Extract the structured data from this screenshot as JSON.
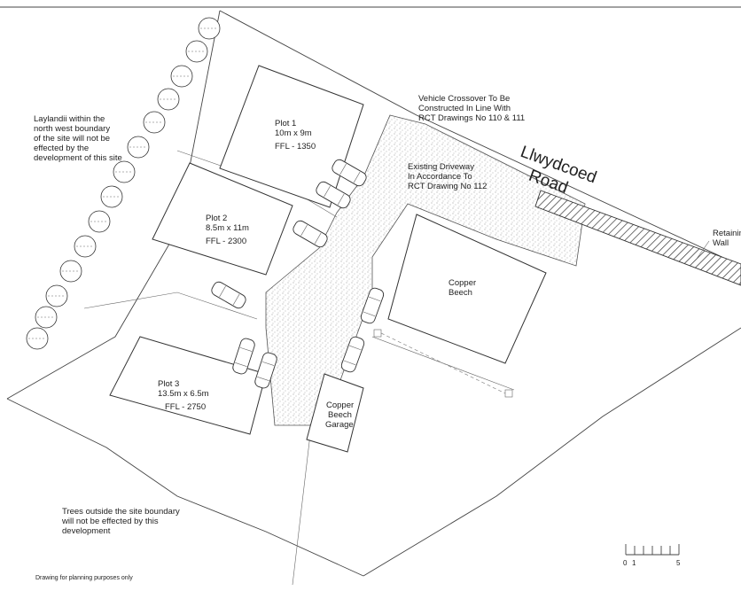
{
  "road": {
    "name_line1": "Llwydcoed",
    "name_line2": "Road"
  },
  "notes": {
    "vehicle_crossover": [
      "Vehicle Crossover To Be",
      "Constructed In Line With",
      "RCT Drawings No 110 & 111"
    ],
    "existing_driveway": [
      "Existing Driveway",
      "In Accordance To",
      "RCT Drawing No 112"
    ],
    "laylandii": [
      "Laylandii within the",
      "north west boundary",
      "of the site will not be",
      "effected by the",
      "development of this site"
    ],
    "trees_outside": [
      "Trees outside the site boundary",
      "will not be effected by this",
      "development"
    ],
    "retaining_wall": [
      "Retaining",
      "Wall"
    ],
    "footer": "Drawing for planning purposes only"
  },
  "plots": [
    {
      "name": "Plot 1",
      "size": "10m x 9m",
      "ffl": "FFL - 1350"
    },
    {
      "name": "Plot 2",
      "size": "8.5m x 11m",
      "ffl": "FFL - 2300"
    },
    {
      "name": "Plot 3",
      "size": "13.5m x 6.5m",
      "ffl": "FFL - 2750"
    }
  ],
  "buildings": {
    "copper_beech": [
      "Copper",
      "Beech"
    ],
    "copper_beech_garage": [
      "Copper",
      "Beech",
      "Garage"
    ]
  },
  "scale": {
    "start": "0",
    "tick1": "1",
    "end": "5"
  }
}
